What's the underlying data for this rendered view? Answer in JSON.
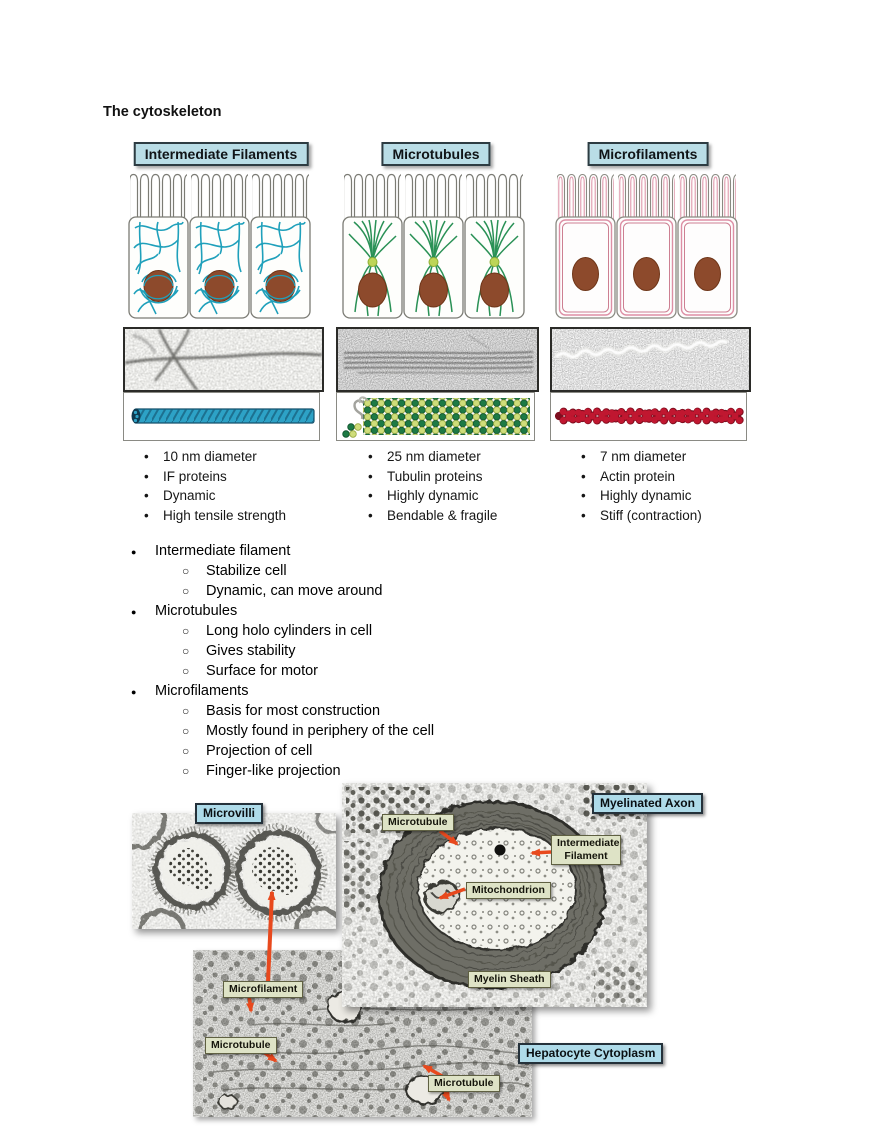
{
  "page": {
    "title": "The cytoskeleton"
  },
  "figure": {
    "columns": [
      {
        "header": "Intermediate Filaments",
        "bullets": [
          "10 nm diameter",
          "IF proteins",
          "Dynamic",
          "High tensile strength"
        ]
      },
      {
        "header": "Microtubules",
        "bullets": [
          "25 nm diameter",
          "Tubulin proteins",
          "Highly dynamic",
          "Bendable & fragile"
        ]
      },
      {
        "header": "Microfilaments",
        "bullets": [
          "7 nm diameter",
          "Actin protein",
          "Highly dynamic",
          "Stiff (contraction)"
        ]
      }
    ]
  },
  "notes": [
    {
      "label": "Intermediate filament",
      "children": [
        "Stabilize cell",
        "Dynamic, can move around"
      ]
    },
    {
      "label": "Microtubules",
      "children": [
        "Long holo cylinders in cell",
        "Gives stability",
        "Surface for motor"
      ]
    },
    {
      "label": "Microfilaments",
      "children": [
        "Basis for most construction",
        "Mostly found in periphery of the cell",
        "Projection of cell",
        "Finger-like projection"
      ]
    }
  ],
  "collage": {
    "titles": {
      "microvilli": "Microvilli",
      "myelinated_axon": "Myelinated Axon",
      "hepatocyte": "Hepatocyte Cytoplasm"
    },
    "annotations": {
      "microtubule_axon": "Microtubule",
      "intermediate_filament": "Intermediate Filament",
      "mitochondrion": "Mitochondrion",
      "myelin_sheath": "Myelin Sheath",
      "microfilament": "Microfilament",
      "microtubule_hep_left": "Microtubule",
      "microtubule_hep_right": "Microtubule"
    }
  },
  "colors": {
    "heading_label_bg": "#b9dde6",
    "heading_label_border": "#2d3c42",
    "annotation_label_bg": "#dee3c6",
    "annotation_label_border": "#5f6042",
    "arrow": "#e8491d",
    "intermediate_filament_cyan": "#1fa0bb",
    "if_rope_blue": "#2da2c6",
    "microtubule_green": "#1d7a45",
    "tubulin_yellow": "#cfdd7a",
    "actin_red": "#c01730",
    "nucleus_brown": "#8d4a2c",
    "centrosome_yellow": "#bdd557",
    "microfilament_pink": "#dd8fa5"
  }
}
